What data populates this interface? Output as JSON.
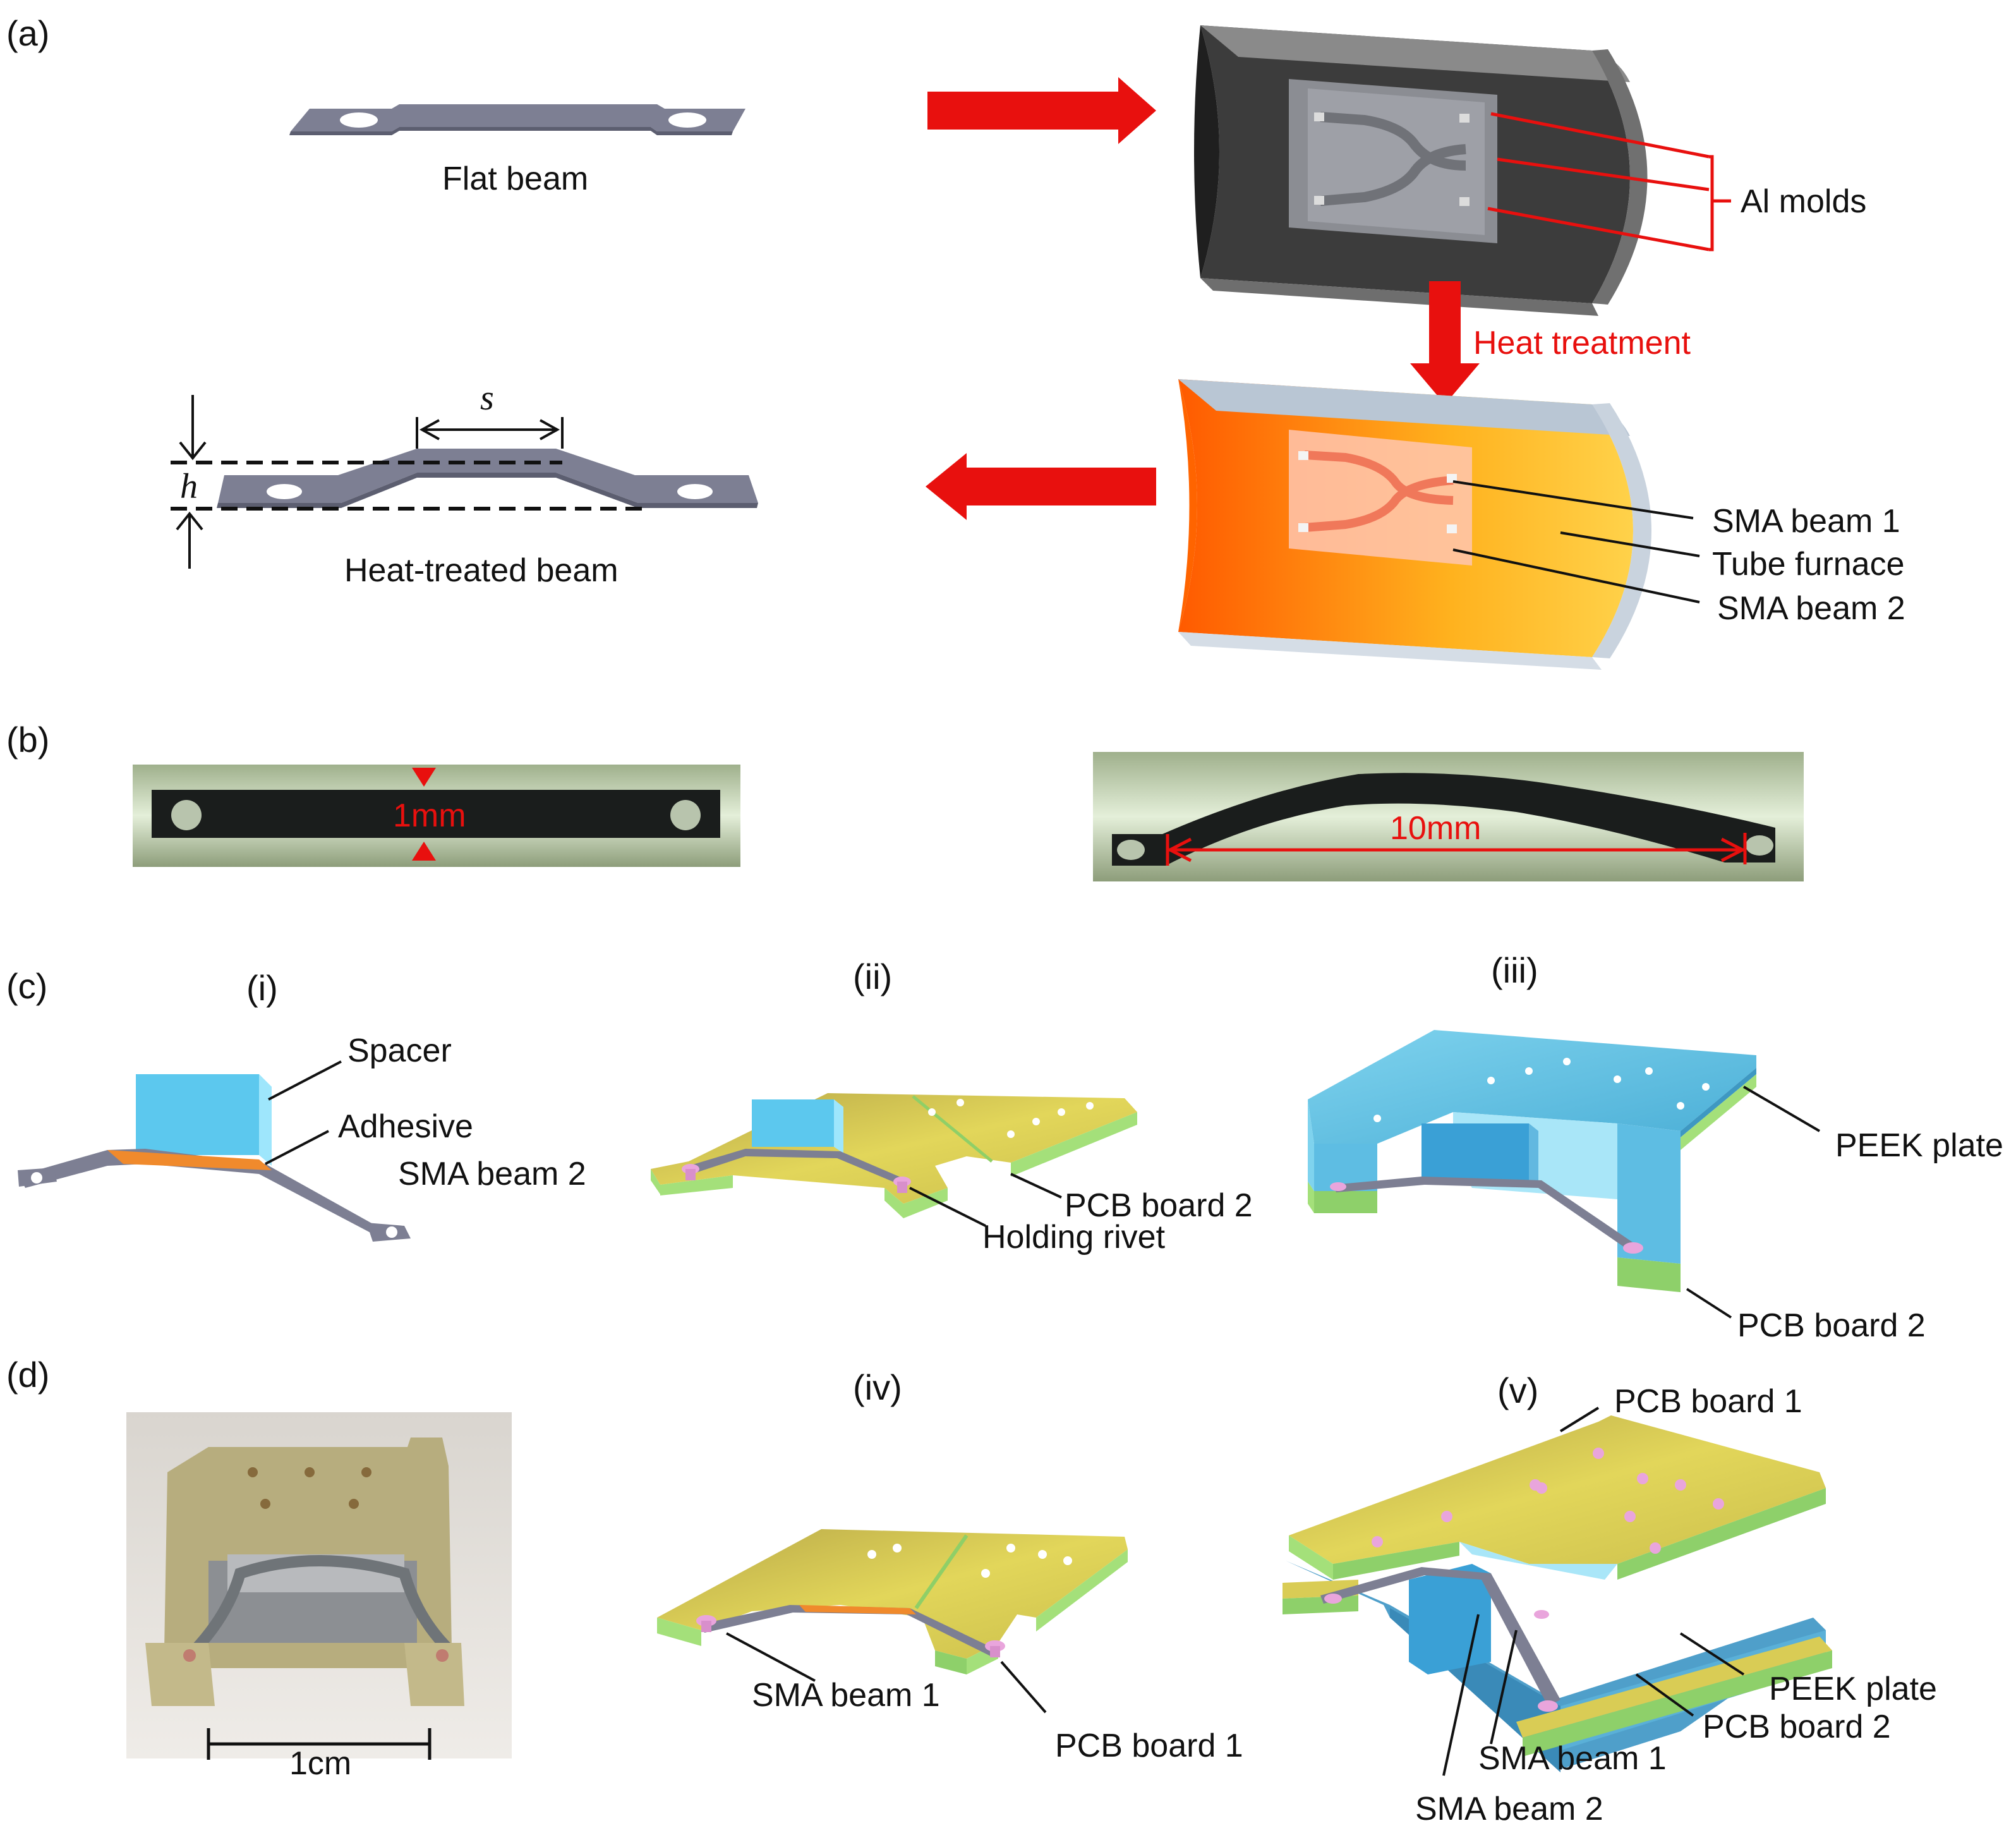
{
  "panels": {
    "a": "(a)",
    "b": "(b)",
    "c": "(c)",
    "d": "(d)",
    "i": "(i)",
    "ii": "(ii)",
    "iii": "(iii)",
    "iv": "(iv)",
    "v": "(v)"
  },
  "a": {
    "flat_beam": "Flat beam",
    "al_molds": "Al molds",
    "heat_treatment": "Heat treatment",
    "heat_treated_beam": "Heat-treated beam",
    "dim_s": "s",
    "dim_h": "h",
    "sma_beam_1": "SMA beam 1",
    "tube_furnace": "Tube furnace",
    "sma_beam_2": "SMA beam 2"
  },
  "b": {
    "width_label": "1mm",
    "length_label": "10mm"
  },
  "c": {
    "spacer": "Spacer",
    "adhesive": "Adhesive",
    "sma_beam_2": "SMA beam 2",
    "pcb_board_2": "PCB board 2",
    "holding_rivet": "Holding rivet",
    "peek_plate": "PEEK plate",
    "pcb_board_2_iii": "PCB board 2"
  },
  "d": {
    "scale": "1cm",
    "sma_beam_1": "SMA beam 1",
    "pcb_board_1": "PCB board 1",
    "pcb_board_1_v": "PCB board 1",
    "peek_plate": "PEEK plate",
    "pcb_board_2": "PCB board 2",
    "sma_beam_1_v": "SMA beam 1",
    "sma_beam_2_v": "SMA beam 2"
  },
  "colors": {
    "arrow_red": "#e8100e",
    "beam_gray": "#7d7f93",
    "pcb_yellow": "#d9cc55",
    "pcb_green": "#a4e07a",
    "spacer_blue": "#57c6ec",
    "adhesive_orange": "#f08a2c",
    "rivet_pink": "#e9a5dc",
    "furnace_orange": "#f7a01a"
  }
}
